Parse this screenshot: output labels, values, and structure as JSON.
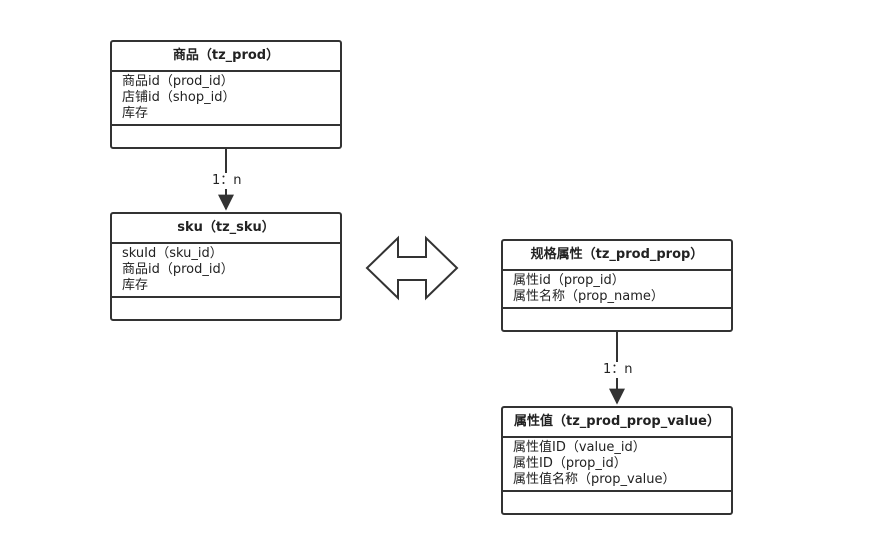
{
  "entities": {
    "prod": {
      "title": "商品（tz_prod）",
      "attrs": [
        "商品id（prod_id）",
        "店铺id（shop_id）",
        "库存"
      ]
    },
    "sku": {
      "title": "sku（tz_sku）",
      "attrs": [
        "skuId（sku_id）",
        "商品id（prod_id）",
        "库存"
      ]
    },
    "prop": {
      "title": "规格属性（tz_prod_prop）",
      "attrs": [
        "属性id（prop_id）",
        "属性名称（prop_name）"
      ]
    },
    "value": {
      "title": "属性值（tz_prod_prop_value）",
      "attrs": [
        "属性值ID（value_id）",
        "属性ID（prop_id）",
        "属性值名称（prop_value）"
      ]
    }
  },
  "relations": {
    "prod_sku": "1：n",
    "prop_value": "1：n"
  },
  "colors": {
    "stroke": "#333333",
    "background": "#ffffff"
  }
}
